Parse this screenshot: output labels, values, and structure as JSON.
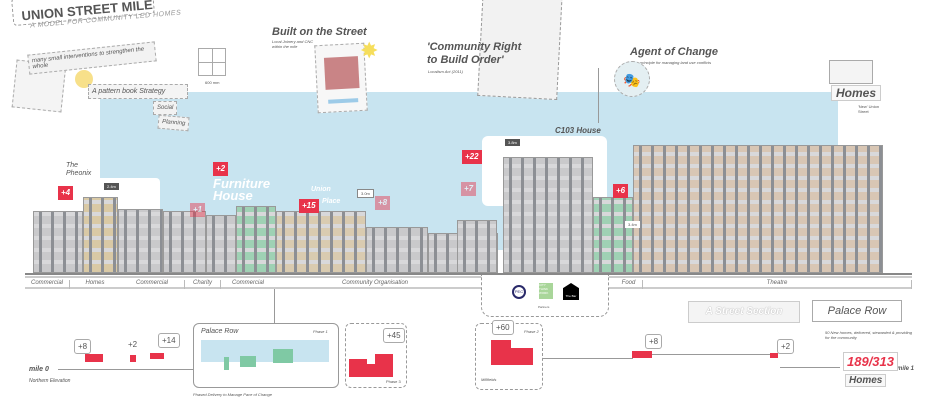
{
  "title": {
    "line": "UNION STREET MILE",
    "subtitle": "A MODEL FOR COMMUNITY LED HOMES",
    "note": "many small interventions to strengthen the whole"
  },
  "pattern_book": {
    "label": "A pattern book Strategy",
    "tags": [
      "Social",
      "Planning"
    ],
    "dim": "600mm",
    "window_dim": "600 mm"
  },
  "built_on_street": {
    "title": "Built on the Street",
    "sub": "Local Joinery and CNC within the mile"
  },
  "crtbo": {
    "title": "'Community Right to Build Order'",
    "sub": "Localism Act (2011)"
  },
  "agent": {
    "title": "Agent of Change",
    "sub": "principle for managing land use conflicts"
  },
  "homes_top": {
    "label": "Homes",
    "sub": "'New' Union Street"
  },
  "section": {
    "labels": {
      "phoenix": "The Pheonix",
      "furniture": "Furniture House",
      "union_place": "Union Place",
      "c103": "C103 House"
    },
    "tags": [
      "+4",
      "+2",
      "+15",
      "+22",
      "+6"
    ],
    "faded_tags": [
      "+1",
      "+8",
      "+7"
    ],
    "dims": [
      "2.4m",
      "3.0m",
      "3.8m",
      "3.4m"
    ]
  },
  "uses": [
    "Commercial",
    "Homes",
    "Commercial",
    "Charity",
    "Commercial",
    "Community Organisation",
    "Food",
    "Theatre"
  ],
  "partners": {
    "logos": [
      "PEC",
      "CITY THINK WORK",
      "The Bar"
    ],
    "label": "Partners"
  },
  "elevation": {
    "start": "mile 0",
    "start_sub": "Northern Elevation",
    "end": "mile 1",
    "counts": [
      "+8",
      "+2",
      "+14",
      "+45",
      "+60",
      "+8",
      "+2"
    ],
    "palace_row": {
      "title": "Palace Row",
      "phase": "Phase 1",
      "caption": "Phased Delivery to Manage Pace of Change"
    },
    "phase3": "Phase 3",
    "phase2": "Phase 2",
    "millfields": "Millfields"
  },
  "legend": {
    "street_section": "A Street Section",
    "palace_row": "Palace Row",
    "desc": "50 New homes, delivered, stewarded & providing for the community",
    "ratio": "189/313",
    "homes": "Homes"
  },
  "colors": {
    "accent": "#e8334a",
    "sky": "#c8e4f0",
    "green": "#7fc9a4"
  }
}
